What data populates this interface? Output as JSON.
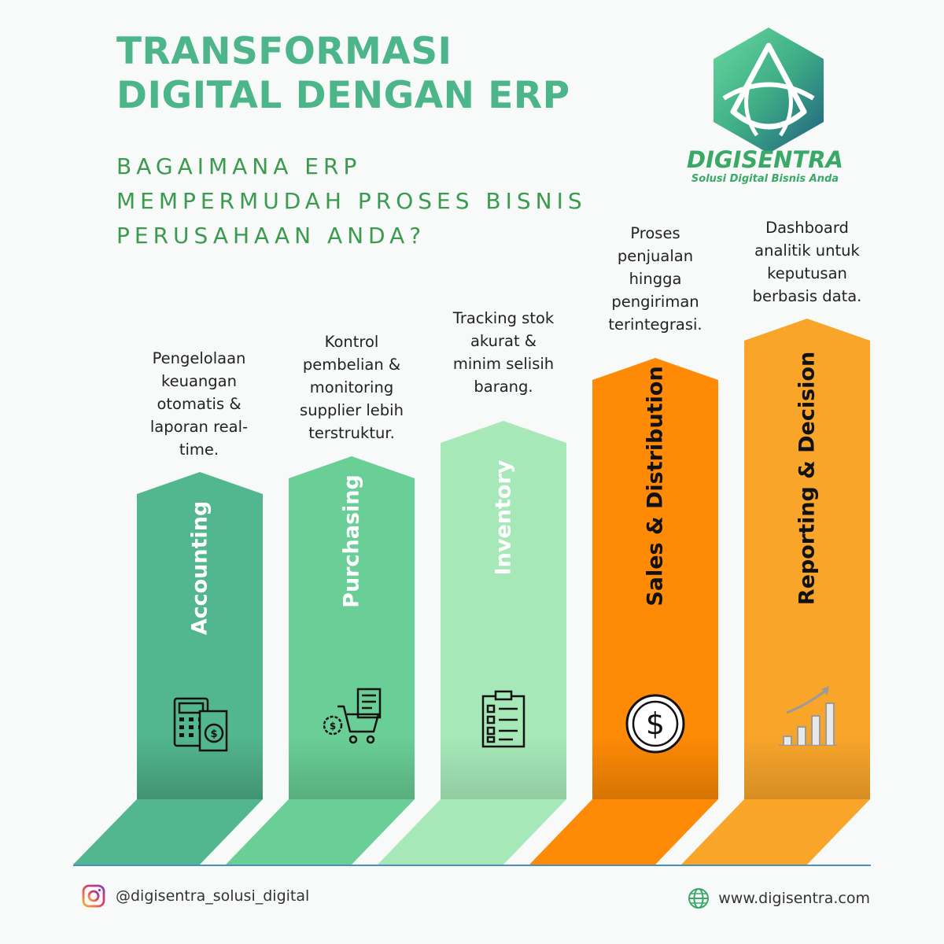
{
  "title": {
    "line1": "TRANSFORMASI",
    "line2": "DIGITAL DENGAN ERP"
  },
  "subtitle": {
    "line1": "BAGAIMANA ERP",
    "line2": "MEMPERMUDAH PROSES BISNIS",
    "line3": "PERUSAHAAN ANDA?"
  },
  "brand": {
    "name": "DIGISENTRA",
    "tagline": "Solusi Digital Bisnis Anda"
  },
  "steps": [
    {
      "label": "Accounting",
      "description": [
        "Pengelolaan",
        "keuangan",
        "otomatis &",
        "laporan real-",
        "time."
      ],
      "color": "#52b78e",
      "icon": "calculator-dollar-icon"
    },
    {
      "label": "Purchasing",
      "description": [
        "Kontrol",
        "pembelian &",
        "monitoring",
        "supplier lebih",
        "terstruktur."
      ],
      "color": "#6acf96",
      "icon": "cart-checklist-icon"
    },
    {
      "label": "Inventory",
      "description": [
        "Tracking stok",
        "akurat &",
        "minim selisih",
        "barang."
      ],
      "color": "#a6e8b8",
      "icon": "clipboard-checklist-icon"
    },
    {
      "label": "Sales & Distribution",
      "description": [
        "Proses",
        "penjualan",
        "hingga",
        "pengiriman",
        "terintegrasi."
      ],
      "color": "#ff8a05",
      "icon": "dollar-coin-icon"
    },
    {
      "label": "Reporting & Decision",
      "description": [
        "Dashboard",
        "analitik untuk",
        "keputusan",
        "berbasis data."
      ],
      "color": "#f8a52a",
      "icon": "growth-chart-icon"
    }
  ],
  "footer": {
    "instagram": "@digisentra_solusi_digital",
    "website": "www.digisentra.com"
  }
}
